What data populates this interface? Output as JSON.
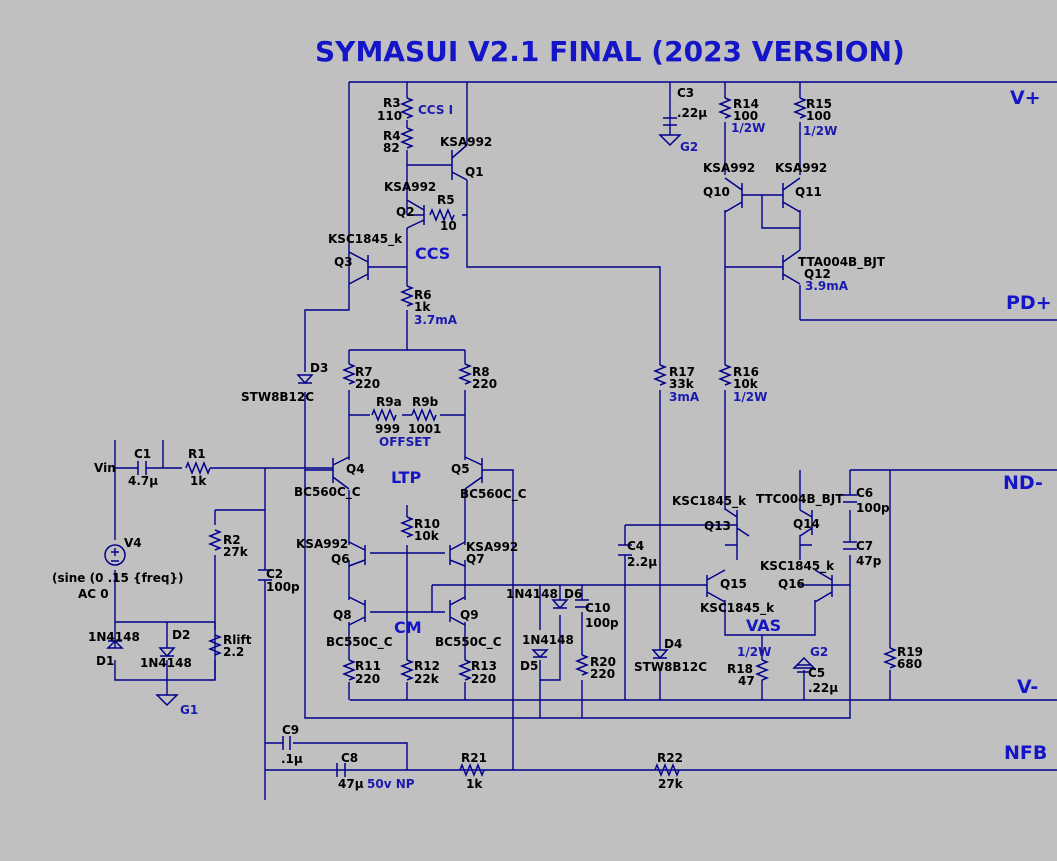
{
  "title": "SYMASUI V2.1 FINAL  (2023 VERSION)",
  "colors": {
    "background": "#c0c0c0",
    "wire": "#00008b",
    "annotation": "#1515c8",
    "label": "#000000"
  },
  "nets": {
    "vplus": "V+",
    "pdplus": "PD+",
    "ndminus": "ND-",
    "vminus": "V-",
    "nfb": "NFB",
    "vin": "Vin"
  },
  "stages": {
    "ccs": "CCS",
    "ltp": "LTP",
    "cm": "CM",
    "vas": "VAS"
  },
  "source": {
    "name": "V4",
    "value": "(sine (0 .15 {freq})",
    "ac": "AC 0"
  },
  "grounds": {
    "g1": "G1",
    "g2a": "G2",
    "g2b": "G2"
  },
  "parts": {
    "R3": {
      "ref": "R3",
      "val": "110"
    },
    "R4": {
      "ref": "R4",
      "val": "82"
    },
    "R5": {
      "ref": "R5",
      "val": "10"
    },
    "R6": {
      "ref": "R6",
      "val": "1k"
    },
    "R7": {
      "ref": "R7",
      "val": "220"
    },
    "R8": {
      "ref": "R8",
      "val": "220"
    },
    "R9a": {
      "ref": "R9a",
      "val": "999"
    },
    "R9b": {
      "ref": "R9b",
      "val": "1001"
    },
    "R10": {
      "ref": "R10",
      "val": "10k"
    },
    "R11": {
      "ref": "R11",
      "val": "220"
    },
    "R12": {
      "ref": "R12",
      "val": "22k"
    },
    "R13": {
      "ref": "R13",
      "val": "220"
    },
    "R14": {
      "ref": "R14",
      "val": "100"
    },
    "R15": {
      "ref": "R15",
      "val": "100"
    },
    "R16": {
      "ref": "R16",
      "val": "10k"
    },
    "R17": {
      "ref": "R17",
      "val": "33k"
    },
    "R18": {
      "ref": "R18",
      "val": "47"
    },
    "R19": {
      "ref": "R19",
      "val": "680"
    },
    "R20": {
      "ref": "R20",
      "val": "220"
    },
    "R21": {
      "ref": "R21",
      "val": "1k"
    },
    "R22": {
      "ref": "R22",
      "val": "27k"
    },
    "R1": {
      "ref": "R1",
      "val": "1k"
    },
    "R2": {
      "ref": "R2",
      "val": "27k"
    },
    "Rlift": {
      "ref": "Rlift",
      "val": "2.2"
    },
    "C1": {
      "ref": "C1",
      "val": "4.7µ"
    },
    "C2": {
      "ref": "C2",
      "val": "100p"
    },
    "C3": {
      "ref": "C3",
      "val": ".22µ"
    },
    "C4": {
      "ref": "C4",
      "val": "2.2µ"
    },
    "C5": {
      "ref": "C5",
      "val": ".22µ"
    },
    "C6": {
      "ref": "C6",
      "val": "100p"
    },
    "C7": {
      "ref": "C7",
      "val": "47p"
    },
    "C8": {
      "ref": "C8",
      "val": "47µ"
    },
    "C9": {
      "ref": "C9",
      "val": ".1µ"
    },
    "C10": {
      "ref": "C10",
      "val": "100p"
    },
    "Q1": {
      "ref": "Q1",
      "val": "KSA992"
    },
    "Q2": {
      "ref": "Q2",
      "val": "KSA992"
    },
    "Q3": {
      "ref": "Q3",
      "val": "KSC1845_k"
    },
    "Q4": {
      "ref": "Q4",
      "val": "BC560C_C"
    },
    "Q5": {
      "ref": "Q5",
      "val": "BC560C_C"
    },
    "Q6": {
      "ref": "Q6",
      "val": "KSA992"
    },
    "Q7": {
      "ref": "Q7",
      "val": "KSA992"
    },
    "Q8": {
      "ref": "Q8",
      "val": "BC550C_C"
    },
    "Q9": {
      "ref": "Q9",
      "val": "BC550C_C"
    },
    "Q10": {
      "ref": "Q10",
      "val": "KSA992"
    },
    "Q11": {
      "ref": "Q11",
      "val": "KSA992"
    },
    "Q12": {
      "ref": "Q12",
      "val": "TTA004B_BJT"
    },
    "Q13": {
      "ref": "Q13",
      "val": "KSC1845_k"
    },
    "Q14": {
      "ref": "Q14",
      "val": "TTC004B_BJT"
    },
    "Q15": {
      "ref": "Q15",
      "val": "KSC1845_k"
    },
    "Q16": {
      "ref": "Q16",
      "val": "KSC1845_k"
    },
    "D1": {
      "ref": "D1",
      "val": "1N4148"
    },
    "D2": {
      "ref": "D2",
      "val": "1N4148"
    },
    "D3": {
      "ref": "D3",
      "val": "STW8B12C"
    },
    "D4": {
      "ref": "D4",
      "val": "STW8B12C"
    },
    "D5": {
      "ref": "D5",
      "val": "1N4148"
    },
    "D6": {
      "ref": "D6",
      "val": "1N4148"
    }
  },
  "notes": {
    "ccs_i": "CCS I",
    "r6_current": "3.7mA",
    "q12_current": "3.9mA",
    "r17_current": "3mA",
    "offset": "OFFSET",
    "r14_power": "1/2W",
    "r15_power": "1/2W",
    "r16_power": "1/2W",
    "r18_power": "1/2W",
    "c8_rating": "50v NP"
  }
}
